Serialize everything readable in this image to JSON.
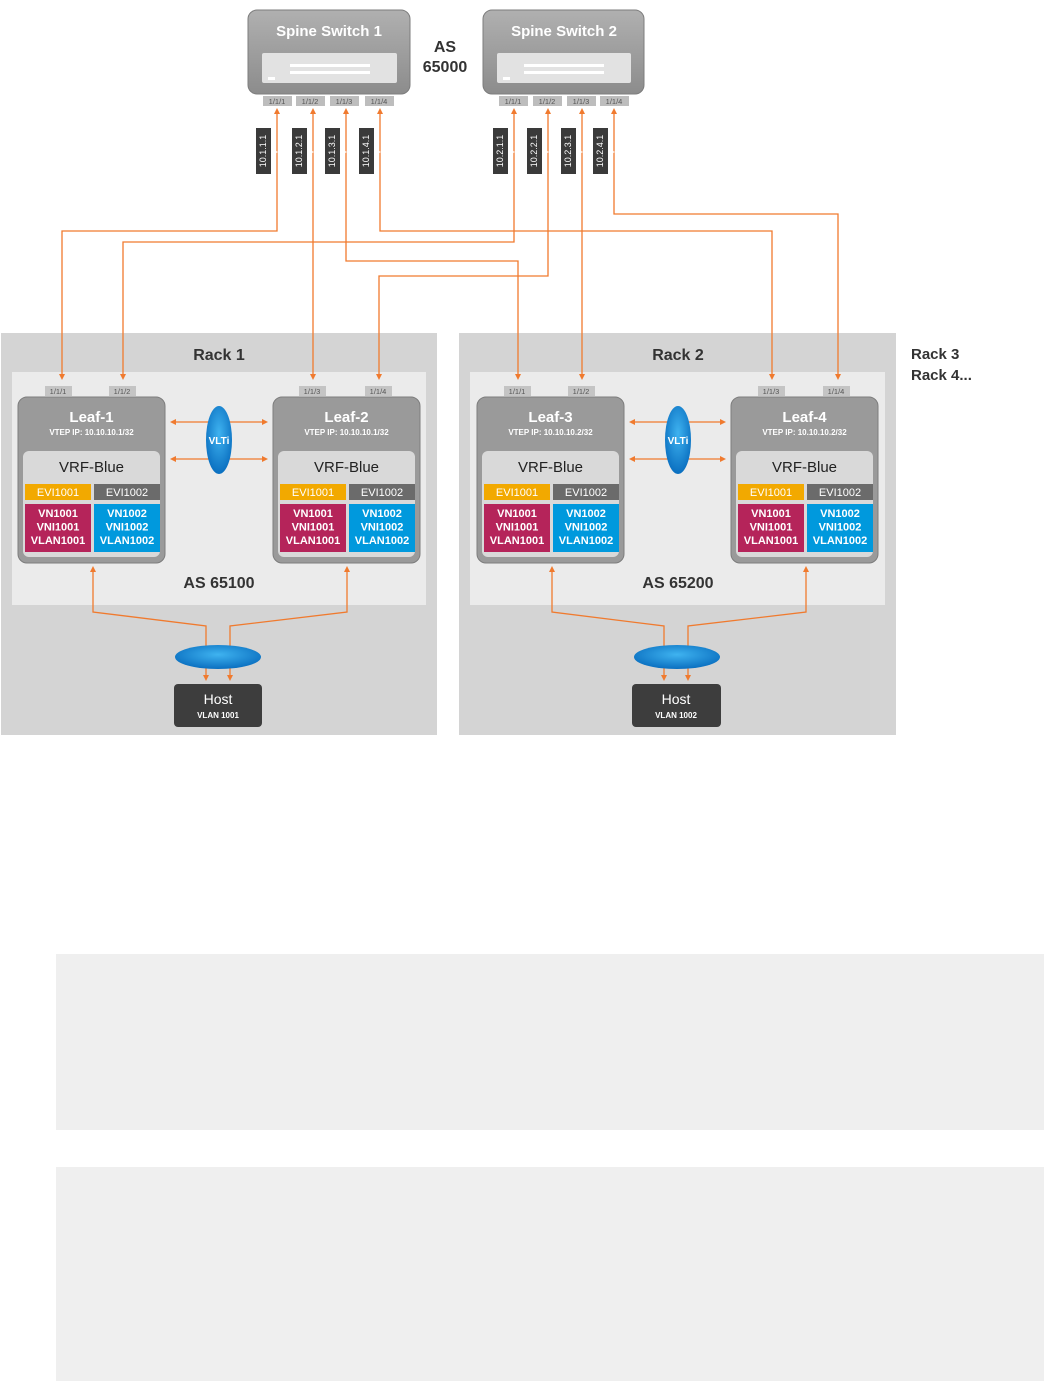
{
  "spine_as": {
    "line1": "AS",
    "line2": "65000"
  },
  "spines": [
    {
      "name": "Spine Switch 1",
      "ports": [
        "1/1/1",
        "1/1/2",
        "1/1/3",
        "1/1/4"
      ],
      "links": [
        "10.1.1.1",
        "10.1.2.1",
        "10.1.3.1",
        "10.1.4.1"
      ]
    },
    {
      "name": "Spine Switch 2",
      "ports": [
        "1/1/1",
        "1/1/2",
        "1/1/3",
        "1/1/4"
      ],
      "links": [
        "10.2.1.1",
        "10.2.2.1",
        "10.2.3.1",
        "10.2.4.1"
      ]
    }
  ],
  "racks": [
    {
      "title": "Rack 1",
      "as": "AS 65100",
      "host": {
        "name": "Host",
        "vlan": "VLAN 1001"
      }
    },
    {
      "title": "Rack 2",
      "as": "AS 65200",
      "host": {
        "name": "Host",
        "vlan": "VLAN 1002"
      }
    }
  ],
  "more_racks": [
    "Rack 3",
    "Rack 4..."
  ],
  "leaf_ports": [
    "1/1/1",
    "1/1/2",
    "1/1/3",
    "1/1/4"
  ],
  "vlti_label": "VLTi",
  "leaves": [
    {
      "name": "Leaf-1",
      "vtep": "VTEP IP: 10.10.10.1/32"
    },
    {
      "name": "Leaf-2",
      "vtep": "VTEP IP: 10.10.10.1/32"
    },
    {
      "name": "Leaf-3",
      "vtep": "VTEP IP: 10.10.10.2/32"
    },
    {
      "name": "Leaf-4",
      "vtep": "VTEP IP: 10.10.10.2/32"
    }
  ],
  "vrf": {
    "name": "VRF-Blue",
    "evi_a": "EVI1001",
    "evi_b": "EVI1002",
    "vn_a": [
      "VN1001",
      "VNI1001",
      "VLAN1001"
    ],
    "vn_b": [
      "VN1002",
      "VNI1002",
      "VLAN1002"
    ]
  },
  "colors": {
    "link": "#f07a2e",
    "evi_a": "#f2a900",
    "evi_b": "#6b6b6b",
    "vn_a": "#b5245a",
    "vn_b": "#0099dd",
    "lag": "#0a7fd0",
    "switch": "#9a9a9a",
    "rack_bg": "#d4d4d4",
    "rack_inner": "#ebebeb",
    "host": "#3d3d3d"
  }
}
